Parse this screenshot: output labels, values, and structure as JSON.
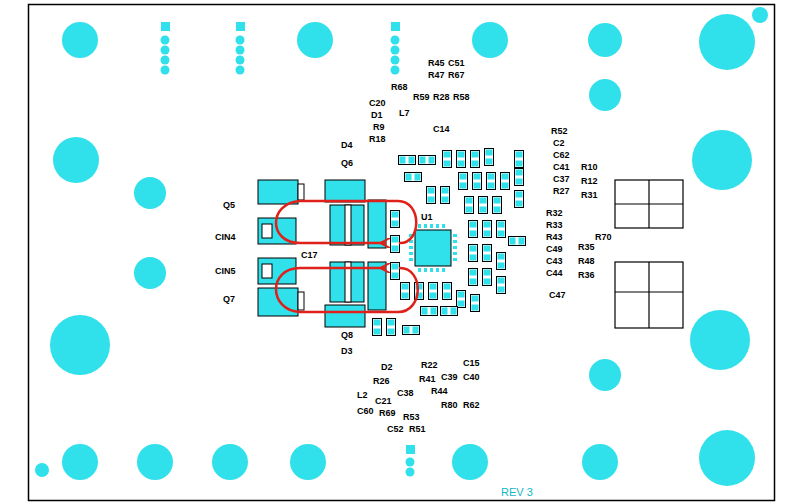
{
  "diagram": {
    "labels": [
      "R45",
      "C51",
      "R47",
      "R67",
      "R68",
      "C20",
      "D1",
      "R9",
      "R18",
      "R58",
      "R28",
      "R59",
      "L7",
      "C14",
      "D4",
      "Q6",
      "Q5",
      "CIN4",
      "CIN5",
      "Q7",
      "Q8",
      "D3",
      "C17",
      "U1",
      "R52",
      "C2",
      "C62",
      "C41",
      "C37",
      "R27",
      "R10",
      "R12",
      "R31",
      "R32",
      "R33",
      "R43",
      "C49",
      "C43",
      "C44",
      "C47",
      "R35",
      "R48",
      "R36",
      "R70",
      "C15",
      "R22",
      "C39",
      "C40",
      "R41",
      "R44",
      "C38",
      "D2",
      "R26",
      "L2",
      "C21",
      "C60",
      "R69",
      "R53",
      "R51",
      "C52",
      "R80",
      "R62",
      "REV 3"
    ]
  }
}
